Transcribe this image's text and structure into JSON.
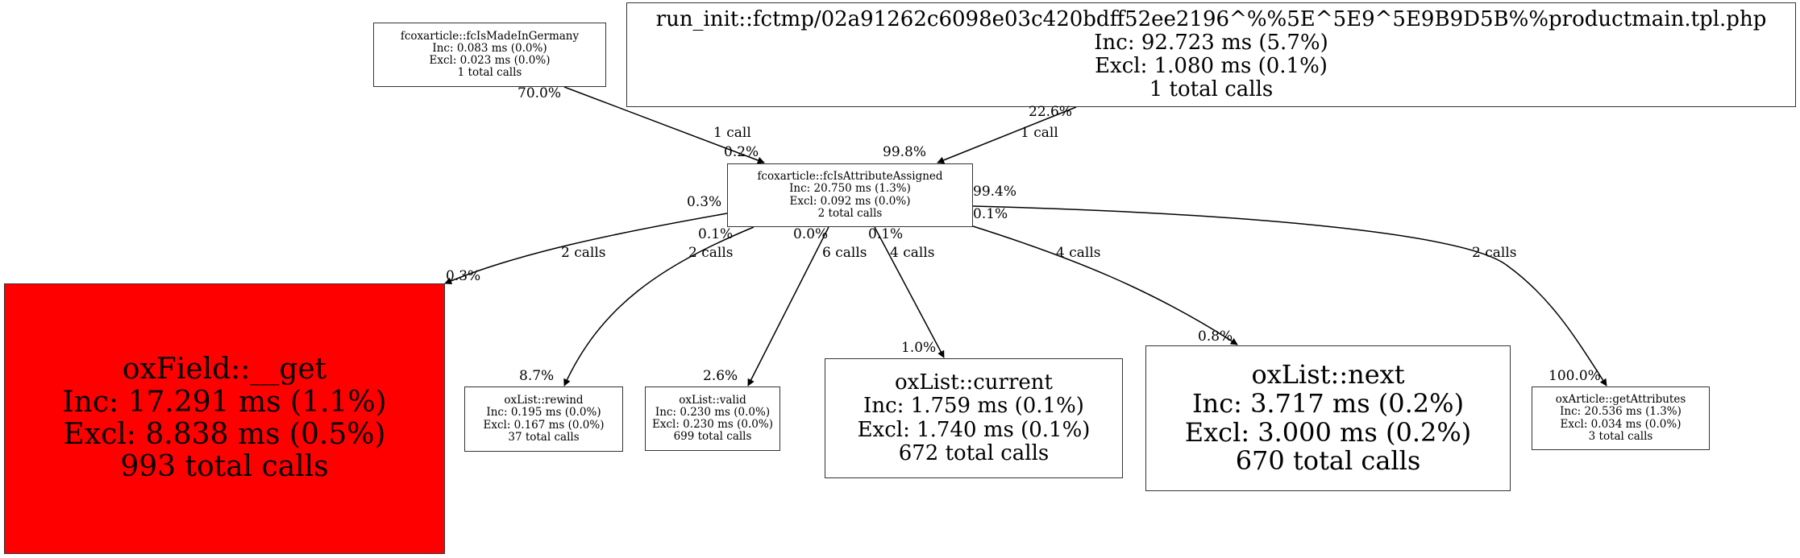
{
  "title": "Call graph profile",
  "colors": {
    "hot_node": "#ff0000",
    "default_node": "#ffffff",
    "edge": "#000000"
  },
  "nodes": {
    "madeInGermany": {
      "name": "fcoxarticle::fcIsMadeInGermany",
      "inc": "Inc: 0.083 ms (0.0%)",
      "excl": "Excl: 0.023 ms (0.0%)",
      "calls": "1 total calls"
    },
    "runInit": {
      "name": "run_init::fctmp/02a91262c6098e03c420bdff52ee2196^%%5E^5E9^5E9B9D5B%%productmain.tpl.php",
      "inc": "Inc: 92.723 ms (5.7%)",
      "excl": "Excl: 1.080 ms (0.1%)",
      "calls": "1 total calls"
    },
    "attrAssigned": {
      "name": "fcoxarticle::fcIsAttributeAssigned",
      "inc": "Inc: 20.750 ms (1.3%)",
      "excl": "Excl: 0.092 ms (0.0%)",
      "calls": "2 total calls"
    },
    "fieldGet": {
      "name": "oxField::__get",
      "inc": "Inc: 17.291 ms (1.1%)",
      "excl": "Excl: 8.838 ms (0.5%)",
      "calls": "993 total calls"
    },
    "rewind": {
      "name": "oxList::rewind",
      "inc": "Inc: 0.195 ms (0.0%)",
      "excl": "Excl: 0.167 ms (0.0%)",
      "calls": "37 total calls"
    },
    "valid": {
      "name": "oxList::valid",
      "inc": "Inc: 0.230 ms (0.0%)",
      "excl": "Excl: 0.230 ms (0.0%)",
      "calls": "699 total calls"
    },
    "current": {
      "name": "oxList::current",
      "inc": "Inc: 1.759 ms (0.1%)",
      "excl": "Excl: 1.740 ms (0.1%)",
      "calls": "672 total calls"
    },
    "next": {
      "name": "oxList::next",
      "inc": "Inc: 3.717 ms (0.2%)",
      "excl": "Excl: 3.000 ms (0.2%)",
      "calls": "670 total calls"
    },
    "getAttributes": {
      "name": "oxArticle::getAttributes",
      "inc": "Inc: 20.536 ms (1.3%)",
      "excl": "Excl: 0.034 ms (0.0%)",
      "calls": "3 total calls"
    }
  },
  "edges": [
    {
      "id": "madeInGermany-attrAssigned",
      "from": "madeInGermany",
      "to": "attrAssigned",
      "calls": "1 call",
      "tail_pct": "70.0%",
      "head_pct": "0.2%"
    },
    {
      "id": "runInit-attrAssigned",
      "from": "runInit",
      "to": "attrAssigned",
      "calls": "1 call",
      "tail_pct": "22.6%",
      "head_pct": "99.8%"
    },
    {
      "id": "attrAssigned-fieldGet",
      "from": "attrAssigned",
      "to": "fieldGet",
      "calls": "2 calls",
      "tail_pct": "0.3%",
      "head_pct": "0.3%"
    },
    {
      "id": "attrAssigned-rewind",
      "from": "attrAssigned",
      "to": "rewind",
      "calls": "2 calls",
      "tail_pct": "0.1%",
      "head_pct": "8.7%"
    },
    {
      "id": "attrAssigned-valid",
      "from": "attrAssigned",
      "to": "valid",
      "calls": "6 calls",
      "tail_pct": "0.0%",
      "head_pct": "2.6%"
    },
    {
      "id": "attrAssigned-current",
      "from": "attrAssigned",
      "to": "current",
      "calls": "4 calls",
      "tail_pct": "0.1%",
      "head_pct": "1.0%"
    },
    {
      "id": "attrAssigned-next",
      "from": "attrAssigned",
      "to": "next",
      "calls": "4 calls",
      "tail_pct": "0.1%",
      "head_pct": "0.8%"
    },
    {
      "id": "attrAssigned-getAttributes",
      "from": "attrAssigned",
      "to": "getAttributes",
      "calls": "2 calls",
      "tail_pct": "99.4%",
      "head_pct": "100.0%"
    }
  ]
}
